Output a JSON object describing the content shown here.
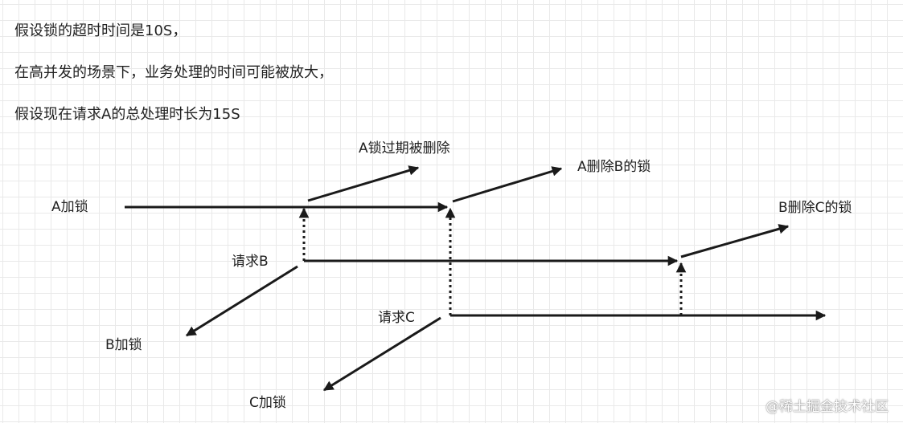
{
  "notes": [
    "假设锁的超时时间是10S，",
    "在高并发的场景下，业务处理的时间可能被放大，",
    "假设现在请求A的总处理时长为15S"
  ],
  "labels": {
    "a_lock": "A加锁",
    "a_lock_expired": "A锁过期被删除",
    "a_delete_b_lock": "A删除B的锁",
    "b_delete_c_lock": "B删除C的锁",
    "request_b": "请求B",
    "b_lock": "B加锁",
    "request_c": "请求C",
    "c_lock": "C加锁"
  },
  "watermark": "@稀土掘金技术社区",
  "colors": {
    "line": "#1a1a1a",
    "grid": "#e9e9e9",
    "text": "#222222"
  }
}
